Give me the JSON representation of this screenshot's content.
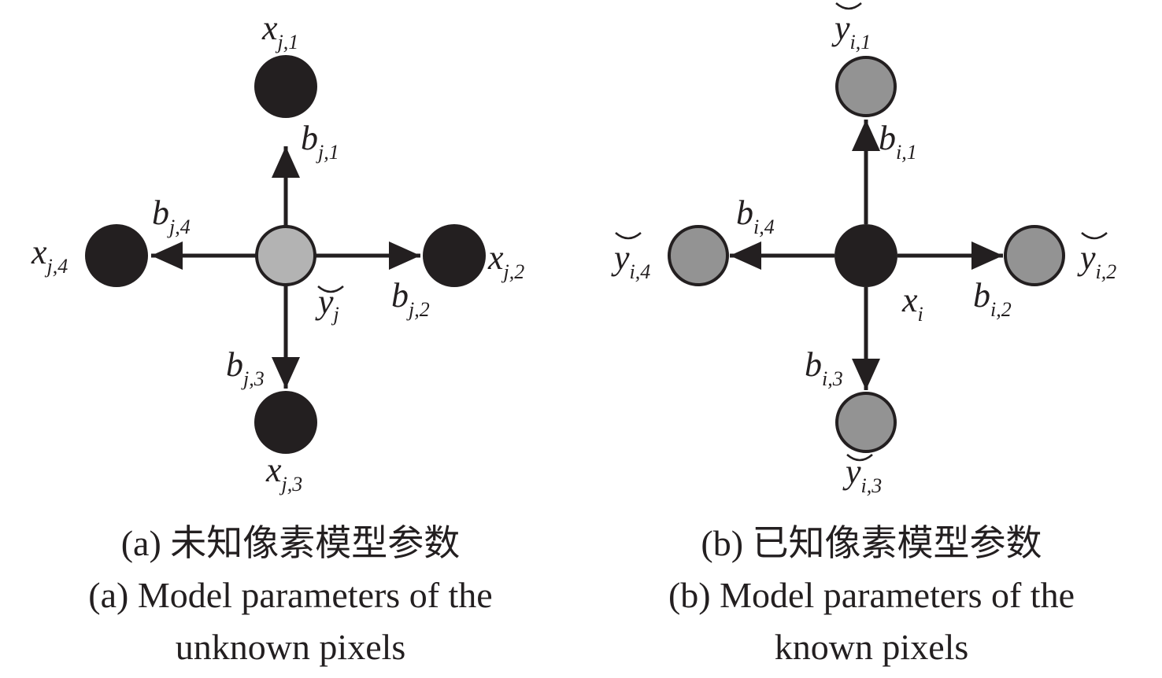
{
  "colors": {
    "node_dark": "#231f20",
    "node_light": "#b3b3b3",
    "node_mid": "#939393",
    "stroke": "#231f20",
    "text": "#231f20"
  },
  "panel_a": {
    "center": {
      "var": "y",
      "sub": "j"
    },
    "nodes": [
      {
        "var": "x",
        "sub": "j,1"
      },
      {
        "var": "x",
        "sub": "j,2"
      },
      {
        "var": "x",
        "sub": "j,3"
      },
      {
        "var": "x",
        "sub": "j,4"
      }
    ],
    "edges": [
      {
        "var": "b",
        "sub": "j,1"
      },
      {
        "var": "b",
        "sub": "j,2"
      },
      {
        "var": "b",
        "sub": "j,3"
      },
      {
        "var": "b",
        "sub": "j,4"
      }
    ],
    "caption_cn": "(a) 未知像素模型参数",
    "caption_en_1": "(a) Model parameters of the",
    "caption_en_2": "unknown pixels"
  },
  "panel_b": {
    "center": {
      "var": "x",
      "sub": "i"
    },
    "nodes": [
      {
        "var": "y",
        "sub": "i,1"
      },
      {
        "var": "y",
        "sub": "i,2"
      },
      {
        "var": "y",
        "sub": "i,3"
      },
      {
        "var": "y",
        "sub": "i,4"
      }
    ],
    "edges": [
      {
        "var": "b",
        "sub": "i,1"
      },
      {
        "var": "b",
        "sub": "i,2"
      },
      {
        "var": "b",
        "sub": "i,3"
      },
      {
        "var": "b",
        "sub": "i,4"
      }
    ],
    "caption_cn": "(b) 已知像素模型参数",
    "caption_en_1": "(b) Model parameters of the",
    "caption_en_2": "known pixels"
  }
}
